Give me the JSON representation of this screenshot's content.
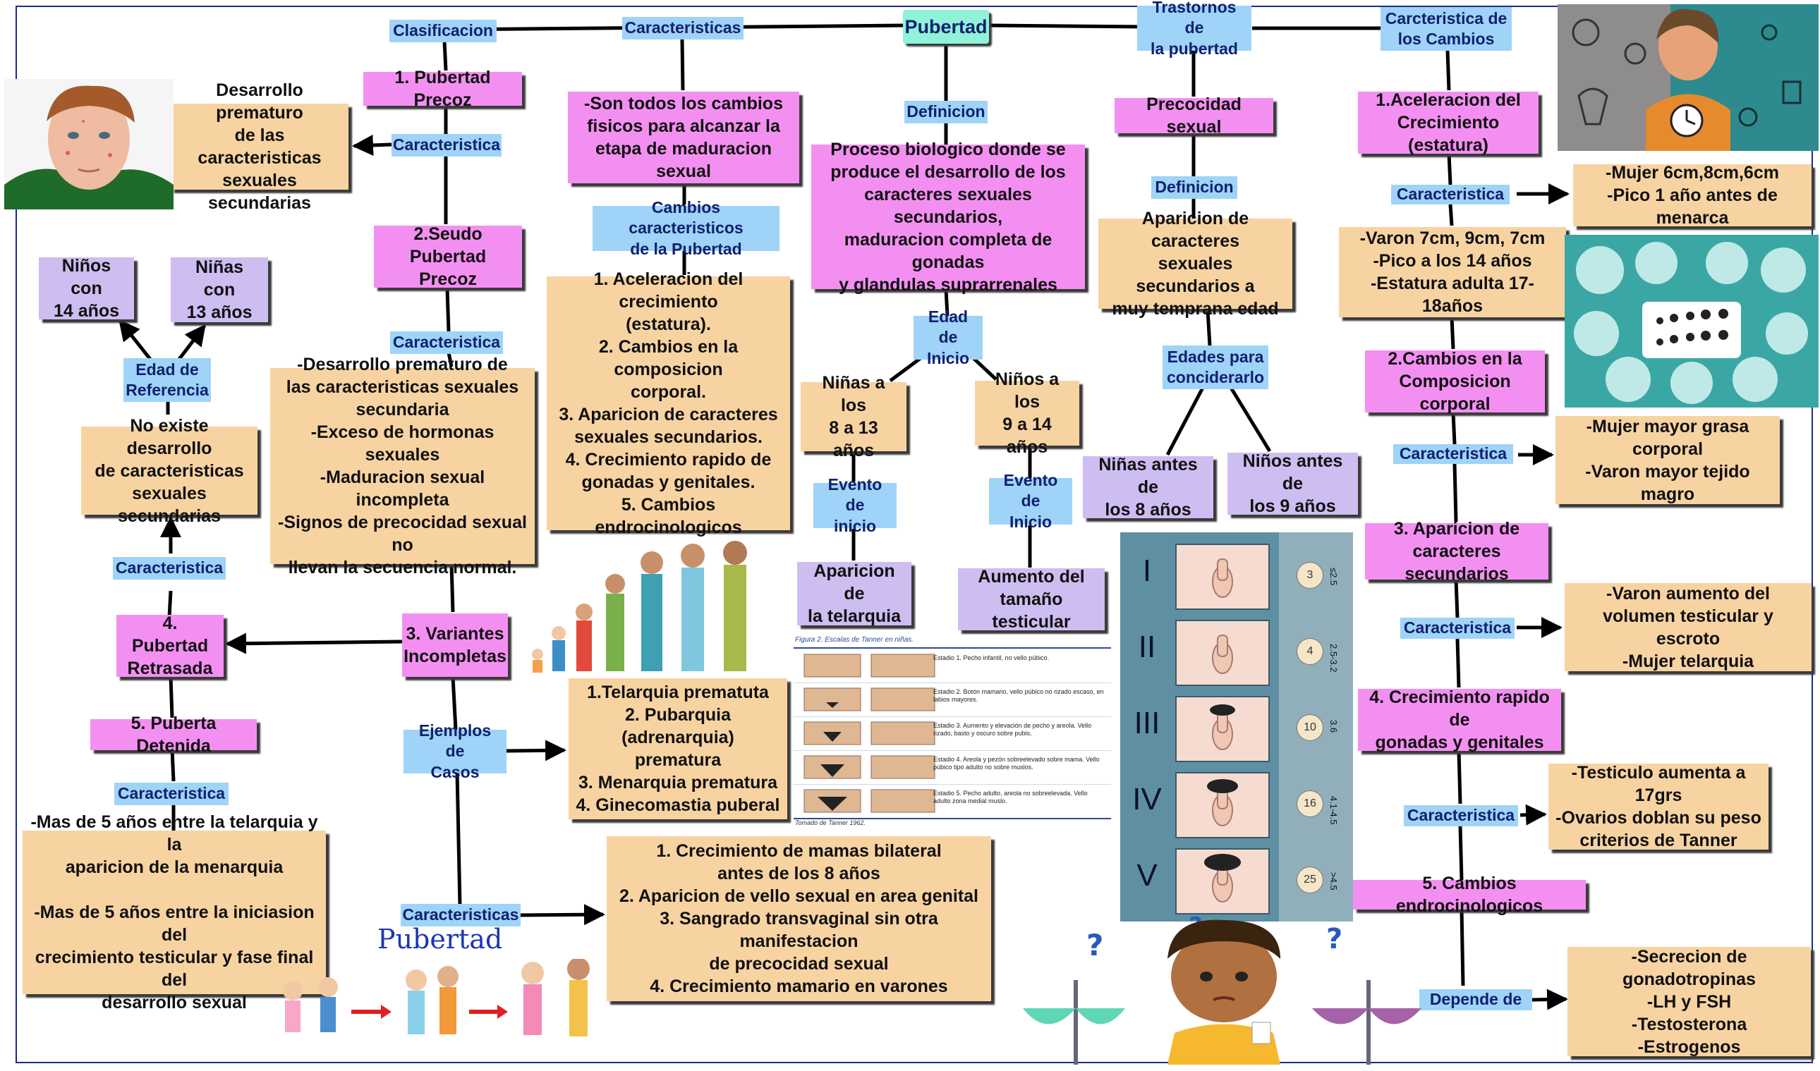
{
  "root": "Pubertad",
  "branches": {
    "clasificacion": "Clasificacion",
    "caracteristicas": "Caracteristicas",
    "trastornos": "Trastornos de\nla pubertad",
    "cambios": "Carcteristica de\nlos Cambios"
  },
  "clasificacion": {
    "precoz": "1. Pubertad Precoz",
    "precoz_link": "Caracteristica",
    "precoz_desc": "Desarrollo prematuro\nde las caracteristicas\nsexuales secundarias",
    "seudo": "2.Seudo Pubertad\nPrecoz",
    "seudo_link": "Caracteristica",
    "seudo_desc": "-Desarrollo prematuro de\nlas caracteristicas sexuales\nsecundaria\n-Exceso de hormonas sexuales\n-Maduracion sexual incompleta\n-Signos de precocidad sexual no\nllevan la secuencia normal.",
    "variantes": "3. Variantes\nIncompletas",
    "ejemplos_link": "Ejemplos de\nCasos",
    "ejemplos": "1.Telarquia prematuta\n2. Pubarquia (adrenarquia)\nprematura\n3. Menarquia prematura\n4. Ginecomastia puberal",
    "caracteristicas_link": "Caracteristicas",
    "caracteristicas_desc": "1. Crecimiento de mamas bilateral\nantes de los 8 años\n2. Aparicion de vello sexual en area genital\n3. Sangrado transvaginal sin otra manifestacion\nde precocidad sexual\n4. Crecimiento mamario en varones",
    "retrasada": "4. Pubertad\nRetrasada",
    "retrasada_link": "Caracteristica",
    "retrasada_desc": "No existe desarrollo\nde caracteristicas\nsexuales secundarias",
    "edad_ref": "Edad de\nReferencia",
    "ninos14": "Niños con\n14 años",
    "ninas13": "Niñas con\n13 años",
    "detenida": "5. Puberta Detenida",
    "detenida_link": "Caracteristica",
    "detenida_desc": "-Mas de 5 años entre la telarquia y la\naparicion de la menarquia\n\n-Mas de 5 años entre la iniciasion del\ncrecimiento testicular y fase final del\ndesarrollo sexual"
  },
  "caracteristicas": {
    "desc": "-Son todos los cambios\nfisicos para alcanzar la\netapa de maduracion sexual",
    "cambios_link": "Cambios caracteristicos\nde la Pubertad",
    "cambios_list": "1. Aceleracion del crecimiento\n(estatura).\n2. Cambios en la composicion\ncorporal.\n3. Aparicion de caracteres\nsexuales secundarios.\n4. Crecimiento rapido de\ngonadas y genitales.\n5. Cambios endrocinologicos"
  },
  "definicion": {
    "link": "Definicion",
    "text": "Proceso biologico donde se\nproduce el desarrollo de los\ncaracteres sexuales secundarios,\nmaduracion completa de gonadas\ny glandulas suprarrenales",
    "edad_inicio": "Edad de\nInicio",
    "ninas": "Niñas a los\n8 a 13 años",
    "ninos": "Niños a los\n9 a 14 años",
    "evento1": "Evento de\ninicio",
    "evento2": "Evento de\nInicio",
    "telarquia": "Aparicion de\nla telarquia",
    "testicular": "Aumento del\ntamaño testicular"
  },
  "trastornos": {
    "precocidad": "Precocidad sexual",
    "def_link": "Definicion",
    "def_text": "Aparicion de caracteres\nsexuales secundarios a\nmuy temprana edad",
    "edades": "Edades para\nconciderarlo",
    "ninas8": "Niñas antes de\nlos 8 años",
    "ninos9": "Niños antes de\nlos 9 años"
  },
  "cambios": {
    "c1": "1.Aceleracion del\nCrecimiento (estatura)",
    "c1_link": "Caracteristica",
    "c1_mujer": "-Mujer 6cm,8cm,6cm\n-Pico 1 año antes de menarca",
    "c1_varon": "-Varon 7cm, 9cm, 7cm\n-Pico a los 14 años\n-Estatura adulta 17-18años",
    "c2": "2.Cambios en la\nComposicion corporal",
    "c2_link": "Caracteristica",
    "c2_desc": "-Mujer mayor grasa\ncorporal\n-Varon mayor tejido magro",
    "c3": "3. Aparicion de\ncaracteres secundarios",
    "c3_link": "Caracteristica",
    "c3_desc": "-Varon aumento del\nvolumen testicular y escroto\n-Mujer telarquia",
    "c4": "4. Crecimiento rapido de\ngonadas y genitales",
    "c4_link": "Caracteristica",
    "c4_desc": "-Testiculo aumenta a 17grs\n-Ovarios doblan su peso\ncriterios de Tanner",
    "c5": "5. Cambios endrocinologicos",
    "c5_link": "Depende de",
    "c5_desc": "-Secrecion de gonadotropinas\n-LH y FSH\n-Testosterona\n-Estrogenos"
  },
  "tanner_female": {
    "caption": "Figura 2. Escalas de Tanner en niñas.",
    "stages": [
      "Estadio 1. Pecho infantil, no vello púbico.",
      "Estadio 2. Botón mamario, vello púbico no rizado escaso, en labios mayores.",
      "Estadio 3. Aumento y elevación de pecho y areola. Vello rizado, basto y oscuro sobre pubis.",
      "Estadio 4. Areola y pezón sobreelevado sobre mama. Vello púbico tipo adulto no sobre muslos.",
      "Estadio 5. Pecho adulto, areola no sobreelevada. Vello adulto zona medial muslo."
    ],
    "source": "Tomado de Tanner 1962."
  },
  "tanner_male": {
    "stages": [
      "I",
      "II",
      "III",
      "IV",
      "V"
    ],
    "volumes": [
      "3",
      "4",
      "10",
      "16",
      "25"
    ],
    "lengths": [
      "≤2.5",
      "2.5-3.2",
      "3.6",
      "4.1-4.5",
      ">4.5"
    ]
  },
  "pubertad_label": "Pubertad",
  "colors": {
    "pink": "#f48ff2",
    "tan": "#f8d3a2",
    "lavender": "#cdbdf1",
    "blue_label": "#9fd3f7",
    "root": "#8ff2d9",
    "frame": "#1b2a8a"
  }
}
